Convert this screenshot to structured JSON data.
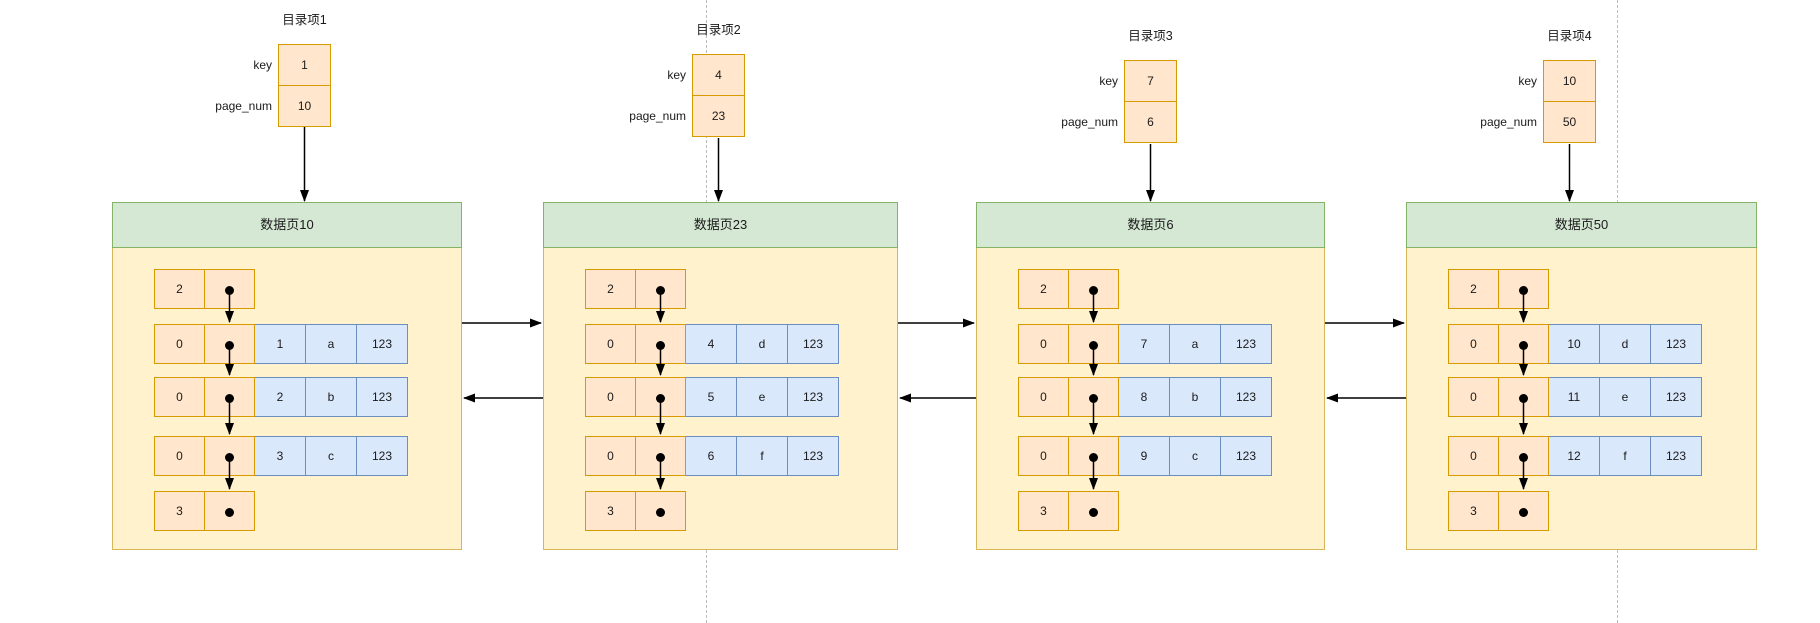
{
  "colors": {
    "entry_fill": "#ffe6cc",
    "entry_stroke": "#d79b00",
    "page_fill": "#fff2cc",
    "page_stroke": "#d6b656",
    "header_fill": "#d5e8d4",
    "header_stroke": "#82b366",
    "column_fill": "#dae8fc",
    "column_stroke": "#6c8ebf",
    "arrow": "#000000"
  },
  "directory_entries": [
    {
      "title": "目录项1",
      "key_label": "key",
      "key_value": "1",
      "page_num_label": "page_num",
      "page_num_value": "10"
    },
    {
      "title": "目录项2",
      "key_label": "key",
      "key_value": "4",
      "page_num_label": "page_num",
      "page_num_value": "23"
    },
    {
      "title": "目录项3",
      "key_label": "key",
      "key_value": "7",
      "page_num_label": "page_num",
      "page_num_value": "6"
    },
    {
      "title": "目录项4",
      "key_label": "key",
      "key_value": "10",
      "page_num_label": "page_num",
      "page_num_value": "50"
    }
  ],
  "data_pages": [
    {
      "title": "数据页10",
      "records": [
        {
          "record_type": "2",
          "columns": []
        },
        {
          "record_type": "0",
          "columns": [
            "1",
            "a",
            "123"
          ]
        },
        {
          "record_type": "0",
          "columns": [
            "2",
            "b",
            "123"
          ]
        },
        {
          "record_type": "0",
          "columns": [
            "3",
            "c",
            "123"
          ]
        },
        {
          "record_type": "3",
          "columns": []
        }
      ]
    },
    {
      "title": "数据页23",
      "records": [
        {
          "record_type": "2",
          "columns": []
        },
        {
          "record_type": "0",
          "columns": [
            "4",
            "d",
            "123"
          ]
        },
        {
          "record_type": "0",
          "columns": [
            "5",
            "e",
            "123"
          ]
        },
        {
          "record_type": "0",
          "columns": [
            "6",
            "f",
            "123"
          ]
        },
        {
          "record_type": "3",
          "columns": []
        }
      ]
    },
    {
      "title": "数据页6",
      "records": [
        {
          "record_type": "2",
          "columns": []
        },
        {
          "record_type": "0",
          "columns": [
            "7",
            "a",
            "123"
          ]
        },
        {
          "record_type": "0",
          "columns": [
            "8",
            "b",
            "123"
          ]
        },
        {
          "record_type": "0",
          "columns": [
            "9",
            "c",
            "123"
          ]
        },
        {
          "record_type": "3",
          "columns": []
        }
      ]
    },
    {
      "title": "数据页50",
      "records": [
        {
          "record_type": "2",
          "columns": []
        },
        {
          "record_type": "0",
          "columns": [
            "10",
            "d",
            "123"
          ]
        },
        {
          "record_type": "0",
          "columns": [
            "11",
            "e",
            "123"
          ]
        },
        {
          "record_type": "0",
          "columns": [
            "12",
            "f",
            "123"
          ]
        },
        {
          "record_type": "3",
          "columns": []
        }
      ]
    }
  ]
}
